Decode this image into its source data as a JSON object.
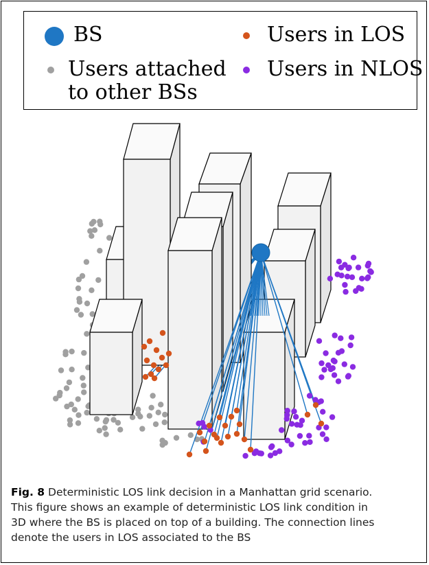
{
  "legend": {
    "bs": {
      "label": "BS",
      "color": "#1f77c4"
    },
    "users_los": {
      "label": "Users in LOS",
      "color": "#d4541c"
    },
    "users_other": {
      "label_line1": "Users attached",
      "label_line2": "to other BSs",
      "color": "#a0a0a0"
    },
    "users_nlos": {
      "label": "Users in NLOS",
      "color": "#8a2be2"
    }
  },
  "caption": {
    "fig_label": "Fig. 8",
    "title": "Deterministic LOS link decision in a Manhattan grid scenario.",
    "line2": "This figure shows an example of deterministic LOS link condition in",
    "line3": "3D where the BS is placed on top of a building. The connection lines",
    "line4": "denote the users in LOS associated to the BS"
  },
  "colors": {
    "bs": "#1f77c4",
    "link": "#1f77c4",
    "los": "#d4541c",
    "nlos": "#8a2be2",
    "other": "#a0a0a0",
    "building_front": "#f2f2f2",
    "building_side": "#e6e6e6",
    "building_top": "#fafafa"
  }
}
